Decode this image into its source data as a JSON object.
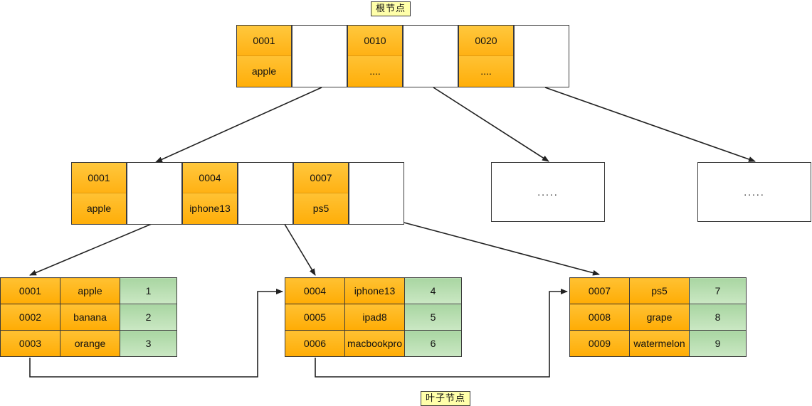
{
  "labels": {
    "root": "根节点",
    "leaf": "叶子节点"
  },
  "colors": {
    "index_orange": "#FFB514",
    "leaf_value_green": "#A9D6A2",
    "tag_yellow": "#FFFFAA",
    "line": "#222222"
  },
  "root_node": {
    "name": "root-node",
    "entries": [
      {
        "key": "0001",
        "value": "apple",
        "pointer": ""
      },
      {
        "key": "0010",
        "value": "....",
        "pointer": ""
      },
      {
        "key": "0020",
        "value": "....",
        "pointer": ""
      }
    ]
  },
  "internal_nodes": [
    {
      "name": "internal-node-1",
      "entries": [
        {
          "key": "0001",
          "value": "apple",
          "pointer": ""
        },
        {
          "key": "0004",
          "value": "iphone13",
          "pointer": ""
        },
        {
          "key": "0007",
          "value": "ps5",
          "pointer": ""
        }
      ]
    },
    {
      "name": "internal-node-placeholder-2",
      "placeholder_text": "....."
    },
    {
      "name": "internal-node-placeholder-3",
      "placeholder_text": "....."
    }
  ],
  "leaf_nodes": [
    {
      "name": "leaf-node-1",
      "rows": [
        {
          "id": "0001",
          "name": "apple",
          "value": "1"
        },
        {
          "id": "0002",
          "name": "banana",
          "value": "2"
        },
        {
          "id": "0003",
          "name": "orange",
          "value": "3"
        }
      ]
    },
    {
      "name": "leaf-node-2",
      "rows": [
        {
          "id": "0004",
          "name": "iphone13",
          "value": "4"
        },
        {
          "id": "0005",
          "name": "ipad8",
          "value": "5"
        },
        {
          "id": "0006",
          "name": "macbookpro",
          "value": "6"
        }
      ]
    },
    {
      "name": "leaf-node-3",
      "rows": [
        {
          "id": "0007",
          "name": "ps5",
          "value": "7"
        },
        {
          "id": "0008",
          "name": "grape",
          "value": "8"
        },
        {
          "id": "0009",
          "name": "watermelon",
          "value": "9"
        }
      ]
    }
  ]
}
